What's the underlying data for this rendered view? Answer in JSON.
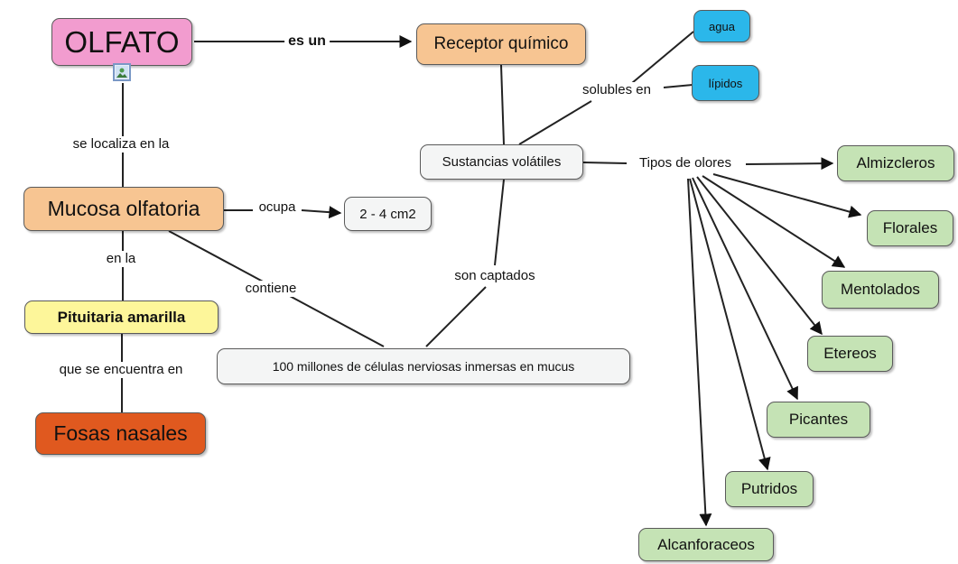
{
  "nodes": {
    "olfato": "OLFATO",
    "receptor": "Receptor químico",
    "agua": "agua",
    "lipidos": "lípidos",
    "sustancias": "Sustancias volátiles",
    "mucosa": "Mucosa olfatoria",
    "area": "2 - 4 cm2",
    "pituitaria": "Pituitaria amarilla",
    "fosas": "Fosas nasales",
    "celulas": "100 millones de células nerviosas inmersas en mucus",
    "almizcleros": "Almizcleros",
    "florales": "Florales",
    "mentolados": "Mentolados",
    "etereos": "Etereos",
    "picantes": "Picantes",
    "putridos": "Putridos",
    "alcanforaceos": "Alcanforaceos"
  },
  "links": {
    "es_un": "es un",
    "se_localiza": "se localiza en la",
    "solubles_en": "solubles en",
    "tipos": "Tipos de olores",
    "ocupa": "ocupa",
    "en_la": "en la",
    "contiene": "contiene",
    "son_captados": "son captados",
    "que_se_encuentra": "que se encuentra en"
  },
  "colors": {
    "olfato": "#f29ccf",
    "receptor": "#f7c592",
    "mucosa": "#f7c592",
    "cyan": "#2bb7ea",
    "white": "#f4f5f5",
    "pituitaria": "#fdf69a",
    "fosas": "#e0591f",
    "green": "#c5e3b5"
  },
  "icons": {
    "image_attachment": "image-icon"
  }
}
